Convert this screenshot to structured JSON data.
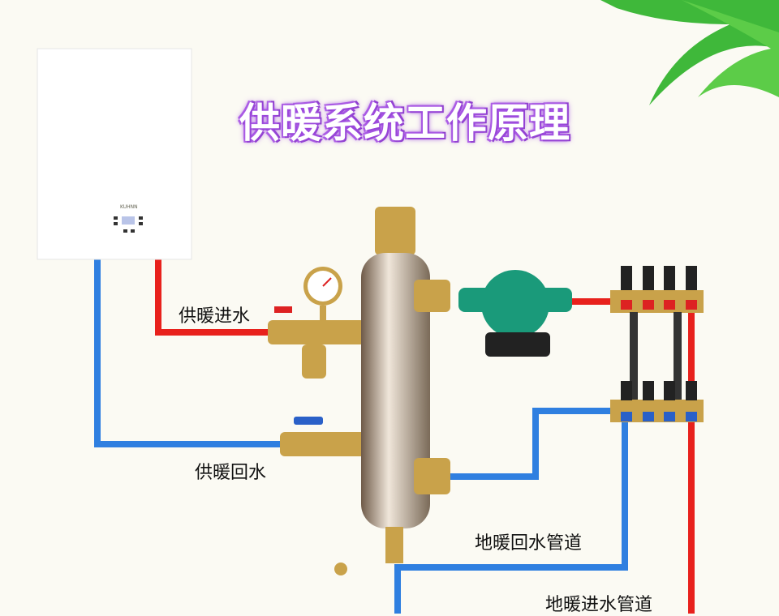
{
  "title": "供暖系统工作原理",
  "boiler": {
    "brand": "KUHNN"
  },
  "labels": {
    "supply_in": "供暖进水",
    "supply_return": "供暖回水",
    "floor_return": "地暖回水管道",
    "floor_supply": "地暖进水管道"
  },
  "colors": {
    "hot_pipe": "#e8211c",
    "cold_pipe": "#2f7fe0",
    "title_glow": "#a04de0",
    "pump": "#1a9a7a"
  }
}
